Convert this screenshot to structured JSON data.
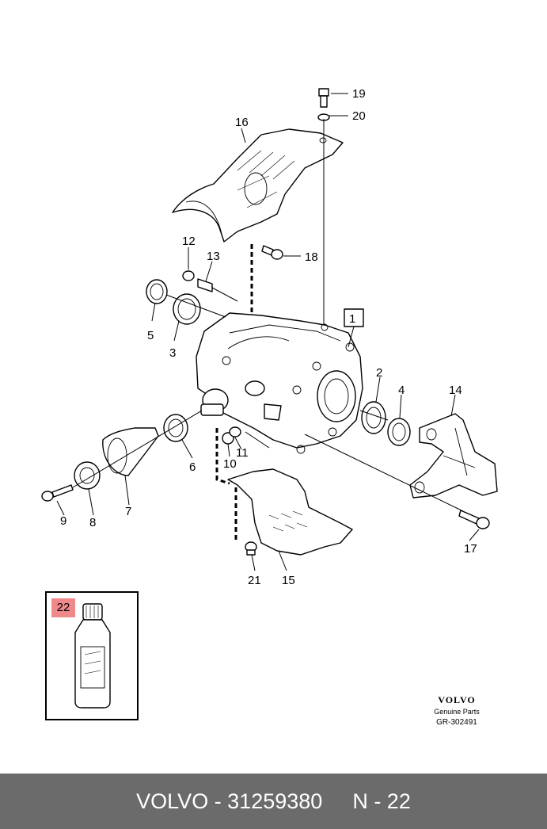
{
  "diagram": {
    "callouts": {
      "p1": "1",
      "p2": "2",
      "p3": "3",
      "p4": "4",
      "p5": "5",
      "p6": "6",
      "p7": "7",
      "p8": "8",
      "p9": "9",
      "p10": "10",
      "p11": "11",
      "p12": "12",
      "p13": "13",
      "p14": "14",
      "p15": "15",
      "p16": "16",
      "p17": "17",
      "p18": "18",
      "p19": "19",
      "p20": "20",
      "p21": "21"
    },
    "inset_callout": "22"
  },
  "brand": {
    "logo": "VOLVO",
    "subtitle": "Genuine Parts",
    "reference": "GR-302491"
  },
  "footer": {
    "left": "VOLVO - 31259380",
    "right": "N - 22"
  },
  "colors": {
    "footer_bg": "#6b6b6b",
    "inset_badge": "#f08a8a"
  }
}
